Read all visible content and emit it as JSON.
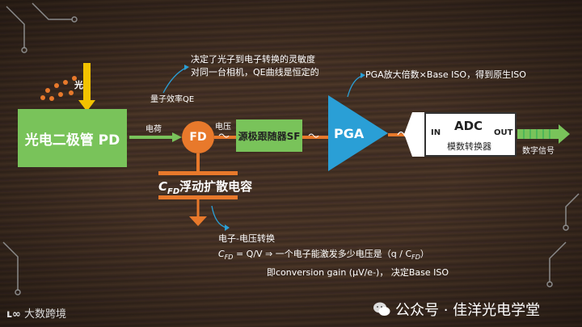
{
  "nodes": {
    "pd": "光电二极管 PD",
    "fd": "FD",
    "sf": "源极跟随器SF",
    "pga": "PGA",
    "adc_title": "ADC",
    "adc_in": "IN",
    "adc_out": "OUT",
    "adc_sub": "模数转换器"
  },
  "labels": {
    "light": "光",
    "charge": "电荷",
    "voltage": "电压",
    "qe": "量子效率QE",
    "digital": "数字信号",
    "cfd_symbol": "C",
    "cfd_sub": "FD",
    "cfd_text": "浮动扩散电容"
  },
  "notes": {
    "qe_line1": "决定了光子到电子转换的灵敏度",
    "qe_line2": "对同一台相机，QE曲线是恒定的",
    "pga": "PGA放大倍数×Base ISO，得到原生ISO",
    "cv_title": "电子-电压转换",
    "cv_formula_prefix": "C",
    "cv_formula_sub": "FD",
    "cv_formula_rest": " = Q/V ⇒ 一个电子能激发多少电压是（q / C",
    "cv_formula_sub2": "FD",
    "cv_formula_end": "）",
    "cv_gain": "即conversion gain (μV/e-)，  决定Base ISO"
  },
  "footer": {
    "watermark": "公众号 · 佳洋光电学堂",
    "logo": "大数跨境"
  },
  "colors": {
    "green": "#79c35a",
    "orange": "#e8792b",
    "blue": "#2a9fd6",
    "yellow": "#f2c200"
  }
}
